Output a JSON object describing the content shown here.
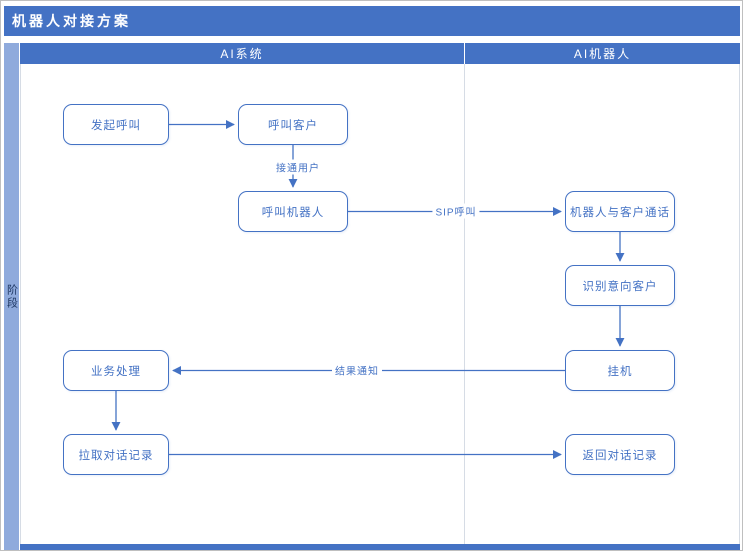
{
  "title": "机器人对接方案",
  "phase": {
    "label": "阶段"
  },
  "lanes": [
    {
      "label": "AI系统"
    },
    {
      "label": "AI机器人"
    }
  ],
  "nodes": [
    {
      "label": "发起呼叫"
    },
    {
      "label": "呼叫客户"
    },
    {
      "label": "呼叫机器人"
    },
    {
      "label": "机器人与客户通话"
    },
    {
      "label": "识别意向客户"
    },
    {
      "label": "挂机"
    },
    {
      "label": "业务处理"
    },
    {
      "label": "拉取对话记录"
    },
    {
      "label": "返回对话记录"
    }
  ],
  "edges": [
    {
      "from": "发起呼叫",
      "to": "呼叫客户",
      "label": ""
    },
    {
      "from": "呼叫客户",
      "to": "呼叫机器人",
      "label": "接通用户"
    },
    {
      "from": "呼叫机器人",
      "to": "机器人与客户通话",
      "label": "SIP呼叫"
    },
    {
      "from": "机器人与客户通话",
      "to": "识别意向客户",
      "label": ""
    },
    {
      "from": "识别意向客户",
      "to": "挂机",
      "label": ""
    },
    {
      "from": "挂机",
      "to": "业务处理",
      "label": "结果通知"
    },
    {
      "from": "业务处理",
      "to": "拉取对话记录",
      "label": ""
    },
    {
      "from": "拉取对话记录",
      "to": "返回对话记录",
      "label": ""
    }
  ],
  "colors": {
    "accent": "#4472C4",
    "lane_header_bg": "#4472C4",
    "phase_strip_bg": "#8FAADC",
    "node_border": "#4472C4",
    "node_text": "#4472C4",
    "grid_line": "#D6DCE5"
  }
}
